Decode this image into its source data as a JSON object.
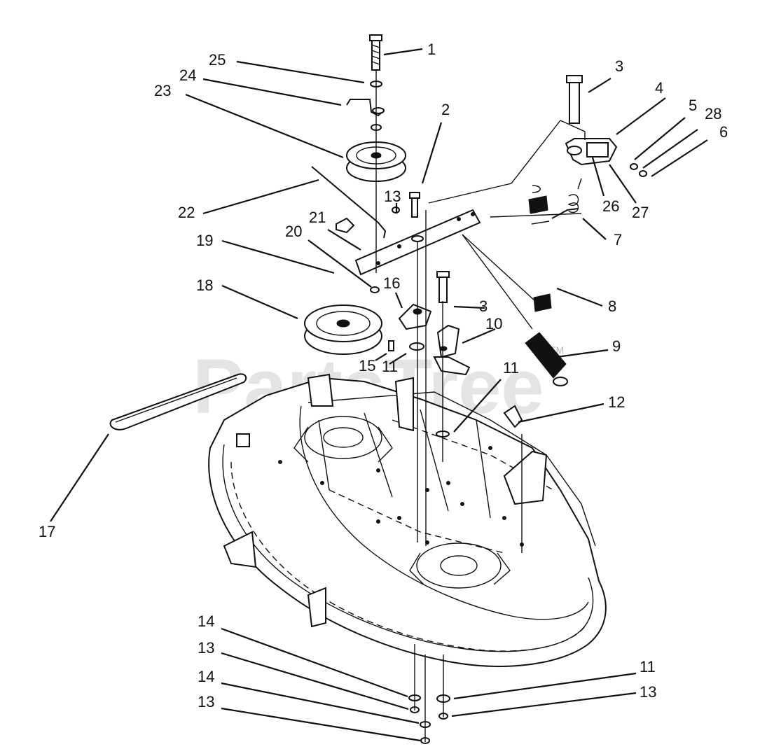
{
  "watermark": "PartsTree",
  "trademark": "TM",
  "callouts": [
    {
      "id": "c1",
      "label": "1"
    },
    {
      "id": "c2",
      "label": "2"
    },
    {
      "id": "c3a",
      "label": "3"
    },
    {
      "id": "c3b",
      "label": "3"
    },
    {
      "id": "c4",
      "label": "4"
    },
    {
      "id": "c5",
      "label": "5"
    },
    {
      "id": "c6",
      "label": "6"
    },
    {
      "id": "c7",
      "label": "7"
    },
    {
      "id": "c8",
      "label": "8"
    },
    {
      "id": "c9",
      "label": "9"
    },
    {
      "id": "c10",
      "label": "10"
    },
    {
      "id": "c11a",
      "label": "11"
    },
    {
      "id": "c11b",
      "label": "11"
    },
    {
      "id": "c11c",
      "label": "11"
    },
    {
      "id": "c12",
      "label": "12"
    },
    {
      "id": "c13a",
      "label": "13"
    },
    {
      "id": "c13b",
      "label": "13"
    },
    {
      "id": "c13c",
      "label": "13"
    },
    {
      "id": "c13d",
      "label": "13"
    },
    {
      "id": "c14a",
      "label": "14"
    },
    {
      "id": "c14b",
      "label": "14"
    },
    {
      "id": "c15",
      "label": "15"
    },
    {
      "id": "c16",
      "label": "16"
    },
    {
      "id": "c17",
      "label": "17"
    },
    {
      "id": "c18",
      "label": "18"
    },
    {
      "id": "c19",
      "label": "19"
    },
    {
      "id": "c20",
      "label": "20"
    },
    {
      "id": "c21",
      "label": "21"
    },
    {
      "id": "c22",
      "label": "22"
    },
    {
      "id": "c23",
      "label": "23"
    },
    {
      "id": "c24",
      "label": "24"
    },
    {
      "id": "c25",
      "label": "25"
    },
    {
      "id": "c26",
      "label": "26"
    },
    {
      "id": "c27",
      "label": "27"
    },
    {
      "id": "c28",
      "label": "28"
    }
  ]
}
